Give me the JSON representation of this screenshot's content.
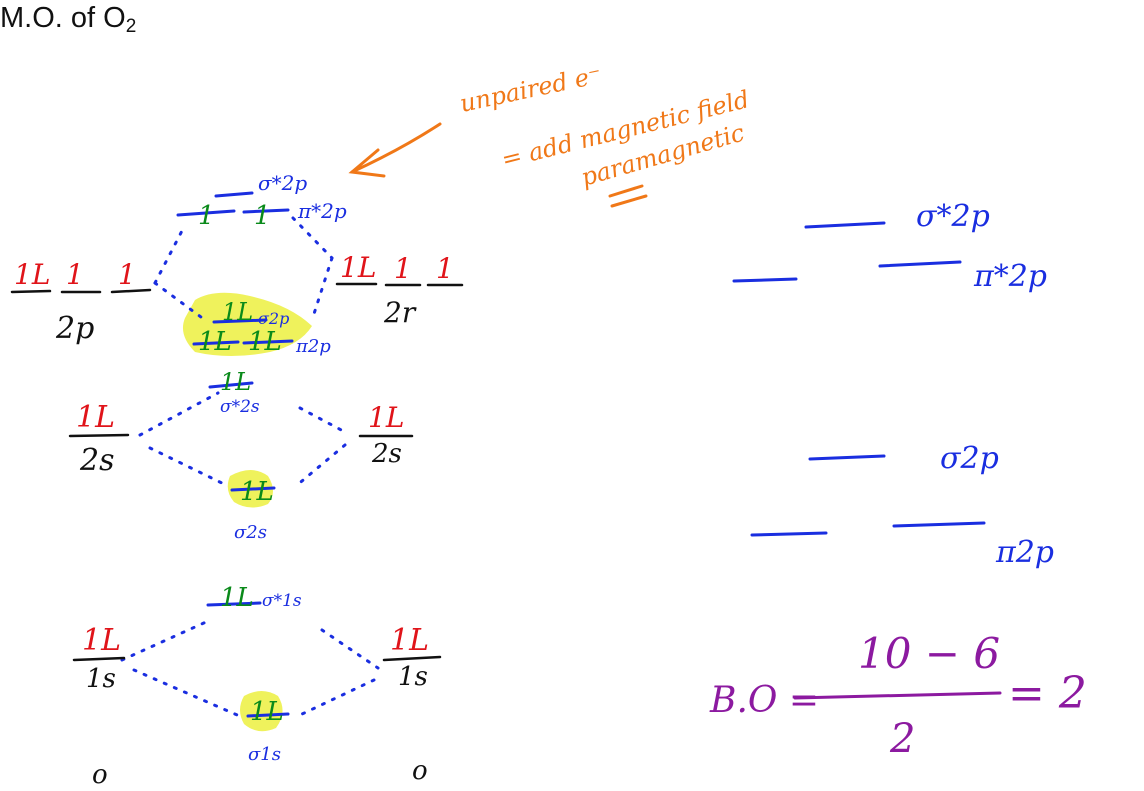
{
  "title": {
    "prefix": "M.O. of O",
    "subscript": "2"
  },
  "colors": {
    "ink_black": "#111111",
    "ink_red": "#e0141a",
    "ink_blue": "#1a2ee0",
    "ink_green": "#0a8a1a",
    "ink_orange": "#f07818",
    "ink_purple": "#8c1aa0",
    "highlight": "#ecf040"
  },
  "left_atom": {
    "p_electrons": [
      "1L",
      "1",
      "1"
    ],
    "p_label": "2p",
    "s2_electrons": "1L",
    "s2_label": "2s",
    "s1_electrons": "1L",
    "s1_label": "1s",
    "atom": "o"
  },
  "right_atom": {
    "p_electrons": [
      "1L",
      "1",
      "1"
    ],
    "p_label": "2r",
    "s2_electrons": "1L",
    "s2_label": "2s",
    "s1_electrons": "1L",
    "s1_label": "1s",
    "atom": "o"
  },
  "molecular_orbitals": {
    "sigma_star_2p": "σ*2p",
    "pi_star_2p_electrons": [
      "1",
      "1"
    ],
    "pi_star_2p": "π*2p",
    "sigma_2p_electrons": "1L",
    "sigma_2p": "σ2p",
    "pi_2p_electrons": [
      "1L",
      "1L"
    ],
    "pi_2p": "π2p",
    "sigma_star_2s_electrons": "1L",
    "sigma_star_2s": "σ*2s",
    "sigma_2s_electrons": "1L",
    "sigma_2s": "σ2s",
    "sigma_star_1s_electrons": "1L",
    "sigma_star_1s": "σ*1s",
    "sigma_1s_electrons": "1L",
    "sigma_1s": "σ1s"
  },
  "annotation": {
    "line1": "unpaired e⁻",
    "line2": "= add magnetic field",
    "line3": "paramagnetic"
  },
  "right_diagram": {
    "sigma_star_2p": "σ*2p",
    "pi_star_2p": "π*2p",
    "sigma_2p": "σ2p",
    "pi_2p": "π2p"
  },
  "bond_order": {
    "label": "B.O =",
    "numerator": "10 − 6",
    "denominator": "2",
    "result": "= 2"
  }
}
